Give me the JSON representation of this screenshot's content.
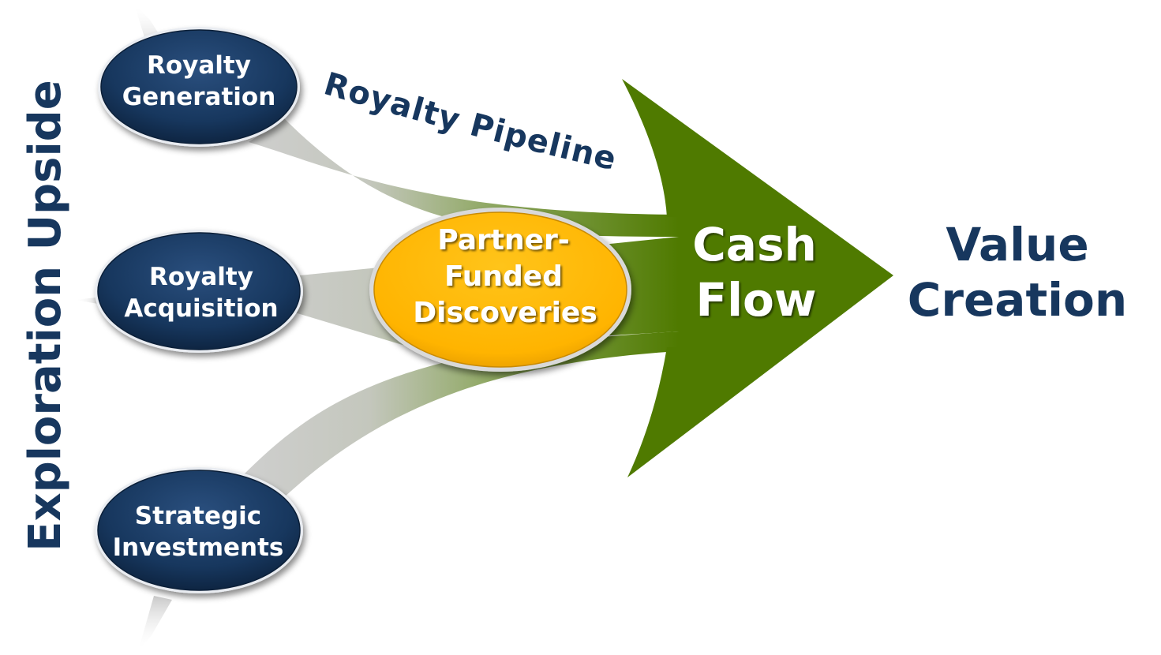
{
  "side_label": "Exploration Upside",
  "pipeline_label": "Royalty Pipeline",
  "nodes": [
    {
      "line1": "Royalty",
      "line2": "Generation"
    },
    {
      "line1": "Royalty",
      "line2": "Acquisition"
    },
    {
      "line1": "Strategic",
      "line2": "Investments"
    }
  ],
  "center_node": {
    "line1": "Partner-",
    "line2": "Funded",
    "line3": "Discoveries"
  },
  "arrow_label": {
    "line1": "Cash",
    "line2": "Flow"
  },
  "result_label": {
    "line1": "Value",
    "line2": "Creation"
  },
  "colors": {
    "navy": "#17375e",
    "navy_dark": "#0f2744",
    "green": "#4f7a00",
    "gold": "#ffb400",
    "gray": "#c8c8c8"
  }
}
